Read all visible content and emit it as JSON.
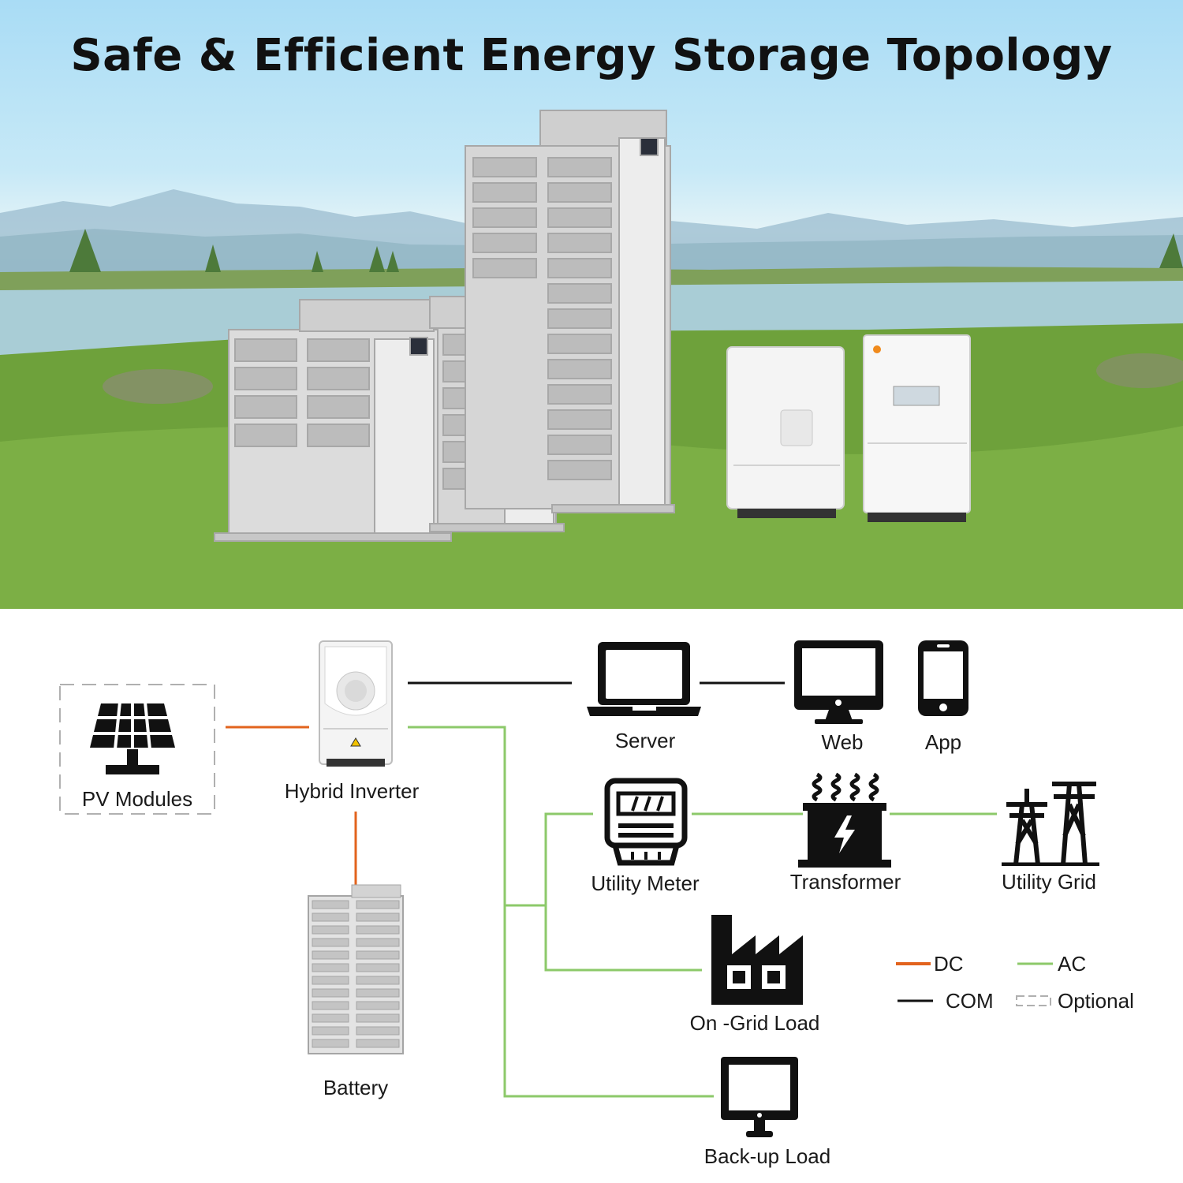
{
  "title": "Safe & Efficient Energy Storage Topology",
  "colors": {
    "dc": "#e2631d",
    "ac": "#8cc96a",
    "com": "#111111",
    "optional": "#b0b0b0"
  },
  "nodes": {
    "pv_modules": "PV Modules",
    "hybrid_inverter": "Hybrid Inverter",
    "battery": "Battery",
    "server": "Server",
    "web": "Web",
    "app": "App",
    "utility_meter": "Utility Meter",
    "transformer": "Transformer",
    "utility_grid": "Utility Grid",
    "on_grid_load": "On -Grid Load",
    "backup_load": "Back-up Load"
  },
  "legend": {
    "dc": "DC",
    "ac": "AC",
    "com": "COM",
    "optional": "Optional"
  }
}
